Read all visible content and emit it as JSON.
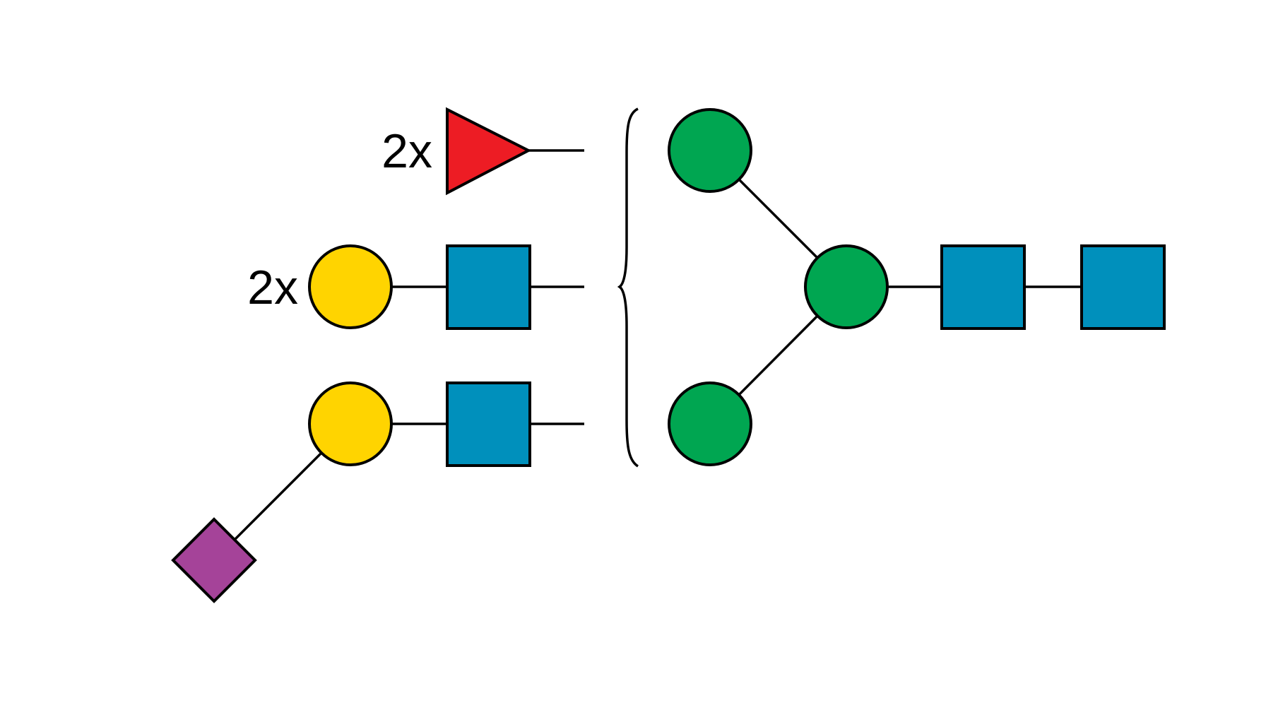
{
  "colors": {
    "background": "#ffffff",
    "line": "#000000",
    "fucose": "#ED1C24",
    "galactose": "#FFD400",
    "glcnac": "#0090BC",
    "mannose": "#00A651",
    "neuac": "#A54399"
  },
  "antennae": {
    "fucose_multiplier": "2x",
    "lacnac_multiplier": "2x"
  },
  "structure": {
    "core": [
      "glcnac",
      "glcnac",
      "mannose",
      "mannose",
      "mannose"
    ],
    "antennae": [
      {
        "residues": [
          "fucose"
        ],
        "count": 2
      },
      {
        "residues": [
          "galactose",
          "glcnac"
        ],
        "count": 2
      },
      {
        "residues": [
          "neuac",
          "galactose",
          "glcnac"
        ],
        "count": 1
      }
    ]
  }
}
